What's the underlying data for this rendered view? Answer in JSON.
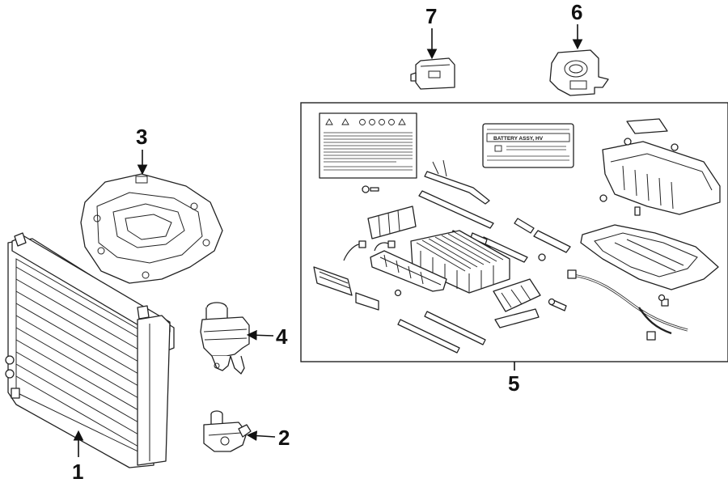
{
  "callouts": {
    "c1": "1",
    "c2": "2",
    "c3": "3",
    "c4": "4",
    "c5": "5",
    "c6": "6",
    "c7": "7"
  },
  "battery_label": {
    "text": "BATTERY ASSY, HV"
  }
}
